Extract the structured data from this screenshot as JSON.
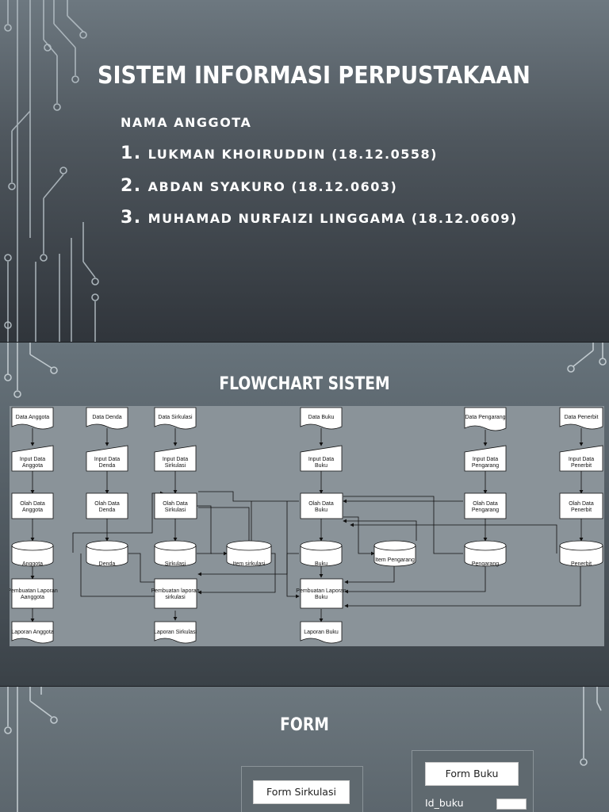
{
  "slide1": {
    "title": "SISTEM INFORMASI PERPUSTAKAAN",
    "members_heading": "NAMA ANGGOTA",
    "members": [
      {
        "num": "1.",
        "text": "LUKMAN KHOIRUDDIN (18.12.0558)"
      },
      {
        "num": "2.",
        "text": "ABDAN SYAKURO (18.12.0603)"
      },
      {
        "num": "3.",
        "text": "MUHAMAD NURFAIZI LINGGAMA (18.12.0609)"
      }
    ]
  },
  "slide2": {
    "title": "FLOWCHART SISTEM",
    "flowchart": {
      "documents": [
        "Data Anggota",
        "Data Denda",
        "Data Sirkulasi",
        "Data Buku",
        "Data Pengarang",
        "Data Penerbit"
      ],
      "inputs": [
        "Input Data Anggota",
        "Input Data Denda",
        "Input Data Sirkulasi",
        "Input Data Buku",
        "Input Data Pengarang",
        "Input Data Penerbit"
      ],
      "processes": [
        "Olah Data Anggota",
        "Olah Data Denda",
        "Olah Data Sirkulasi",
        "Olah Data Buku",
        "Olah Data Pengarang",
        "Olah Data Penerbit"
      ],
      "stores": [
        "Anggota",
        "Denda",
        "Sirkulasi",
        "Item sirkulasi",
        "Buku",
        "Item Pengarang",
        "Pengarang",
        "Penerbit"
      ],
      "reports_process": [
        "Pembuatan Laporan Aanggota",
        "Pembuatan laporan sirkulasi",
        "Pembuatan Laporan Buku"
      ],
      "reports_output": [
        "Laporan Anggota",
        "Laporan Sirkulasi",
        "Laporan Buku"
      ]
    }
  },
  "slide3": {
    "title": "FORM",
    "form_sirkulasi_label": "Form Sirkulasi",
    "form_buku_label": "Form Buku",
    "id_buku_label": "Id_buku"
  }
}
